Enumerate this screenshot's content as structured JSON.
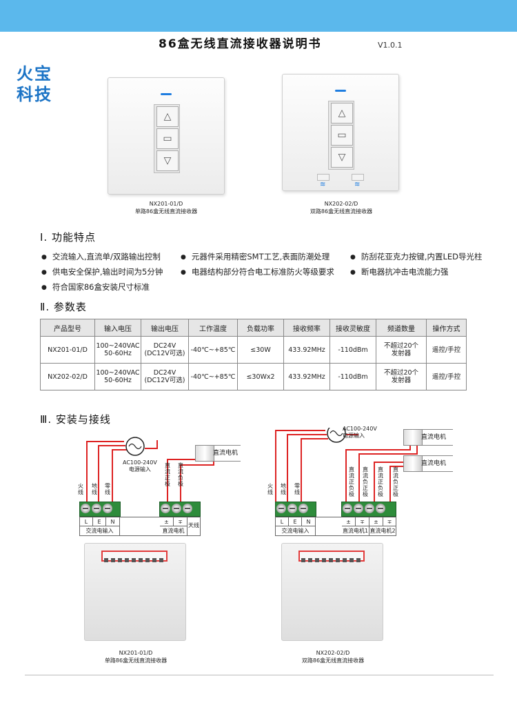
{
  "header": {
    "title": "86盒无线直流接收器说明书",
    "version": "V1.0.1",
    "accent": "#5bb8ec"
  },
  "logo": {
    "line1": "火宝",
    "line2": "科技",
    "color": "#1c74c6"
  },
  "products": [
    {
      "model": "NX201-01/D",
      "desc": "单路86盒无线直流接收器"
    },
    {
      "model": "NX202-02/D",
      "desc": "双路86盒无线直流接收器"
    }
  ],
  "sections": {
    "features": "Ⅰ. 功能特点",
    "params": "Ⅱ. 参数表",
    "install": "Ⅲ. 安装与接线"
  },
  "features": [
    "交流输入,直流单/双路输出控制",
    "元器件采用精密SMT工艺,表面防潮处理",
    "防刮花亚克力按键,内置LED导光柱",
    "供电安全保护,输出时间为5分钟",
    "电器结构部分符合电工标准防火等级要求",
    "断电器抗冲击电流能力强",
    "符合国家86盒安装尺寸标准"
  ],
  "table": {
    "headers": [
      "产品型号",
      "输入电压",
      "输出电压",
      "工作温度",
      "负载功率",
      "接收频率",
      "接收灵敏度",
      "频道数量",
      "操作方式"
    ],
    "rows": [
      {
        "model": "NX201-01/D",
        "vin1": "100~240VAC",
        "vin2": "50-60Hz",
        "vout1": "DC24V",
        "vout2": "(DC12V可选)",
        "temp": "-40℃~+85℃",
        "load": "≤30W",
        "freq": "433.92MHz",
        "sens": "-110dBm",
        "ch1": "不超过20个",
        "ch2": "发射器",
        "op": "遥控/手控"
      },
      {
        "model": "NX202-02/D",
        "vin1": "100~240VAC",
        "vin2": "50-60Hz",
        "vout1": "DC24V",
        "vout2": "(DC12V可选)",
        "temp": "-40℃~+85℃",
        "load": "≤30Wx2",
        "freq": "433.92MHz",
        "sens": "-110dBm",
        "ch1": "不超过20个",
        "ch2": "发射器",
        "op": "遥控/手控"
      }
    ]
  },
  "wiring": {
    "ac1": "AC100-240V",
    "ac2": "电源输入",
    "live": "火线",
    "ground": "地线",
    "neutral": "零线",
    "dc_pos": "直流正极",
    "dc_neg": "直流负极",
    "dc_pos_neg": "直流正负极",
    "dc_neg_pos": "直流负正极",
    "motor": "直流电机",
    "L": "L",
    "E": "E",
    "N": "N",
    "ac_in": "交流电输入",
    "dc_motor": "直流电机",
    "dc_motor1": "直流电机1",
    "dc_motor2": "直流电机2",
    "antenna": "天线",
    "plus": "±",
    "minus": "∓"
  }
}
